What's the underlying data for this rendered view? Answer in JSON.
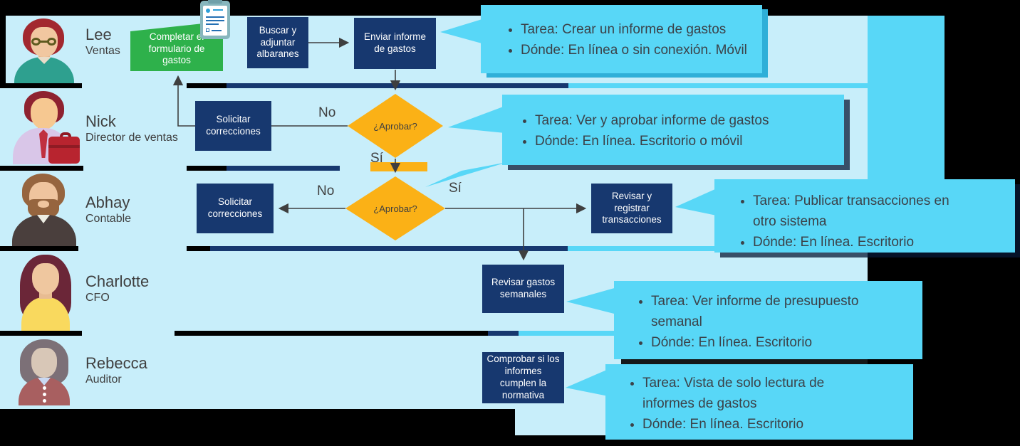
{
  "lanes": [
    {
      "name": "Lee",
      "role": "Ventas",
      "avatar": "man-glasses-teal-shirt-avatar"
    },
    {
      "name": "Nick",
      "role": "Director de ventas",
      "avatar": "man-tie-briefcase-avatar"
    },
    {
      "name": "Abhay",
      "role": "Contable",
      "avatar": "man-beard-avatar"
    },
    {
      "name": "Charlotte",
      "role": "CFO",
      "avatar": "woman-long-hair-avatar"
    },
    {
      "name": "Rebecca",
      "role": "Auditor",
      "avatar": "woman-bob-hair-avatar"
    }
  ],
  "nodes": {
    "complete_form": "Completar el formulario de gastos",
    "attach_receipts": "Buscar y adjuntar albaranes",
    "submit_report": "Enviar informe de gastos",
    "request_corrections_sales": "Solicitar correcciones",
    "approve_sales": "¿Aprobar?",
    "request_corrections_accounting": "Solicitar correcciones",
    "approve_accounting": "¿Aprobar?",
    "post_transactions": "Revisar y registrar transacciones",
    "review_weekly_expenses": "Revisar gastos semanales",
    "check_compliance": "Comprobar si los informes cumplen la normativa"
  },
  "edge_labels": {
    "approve_sales_no": "No",
    "approve_sales_yes": "Sí",
    "approve_accounting_no": "No",
    "approve_accounting_yes": "Sí"
  },
  "callouts": [
    {
      "items": [
        "Tarea: Crear un informe de gastos",
        "Dónde: En línea o sin conexión. Móvil"
      ]
    },
    {
      "items": [
        "Tarea: Ver y aprobar informe de gastos",
        "Dónde: En línea. Escritorio o móvil"
      ]
    },
    {
      "items": [
        "Tarea: Publicar transacciones en otro sistema",
        "Dónde: En línea. Escritorio"
      ]
    },
    {
      "items": [
        "Tarea: Ver informe de presupuesto semanal",
        "Dónde: En línea. Escritorio"
      ]
    },
    {
      "items": [
        "Tarea: Vista de solo lectura de informes de gastos",
        "Dónde: En línea. Escritorio"
      ]
    }
  ],
  "icons": {
    "expense_form": "clipboard-expense-form-icon"
  },
  "colors": {
    "lane_bg": "#C8EEFA",
    "callout_bg": "#58D7F7",
    "process_node": "#17386F",
    "decision_node": "#FBB116",
    "start_node": "#2EB14B",
    "connector": "#3F3F3F",
    "text_on_node": "#FFFFFF",
    "text_dark": "#3F3F3F"
  }
}
